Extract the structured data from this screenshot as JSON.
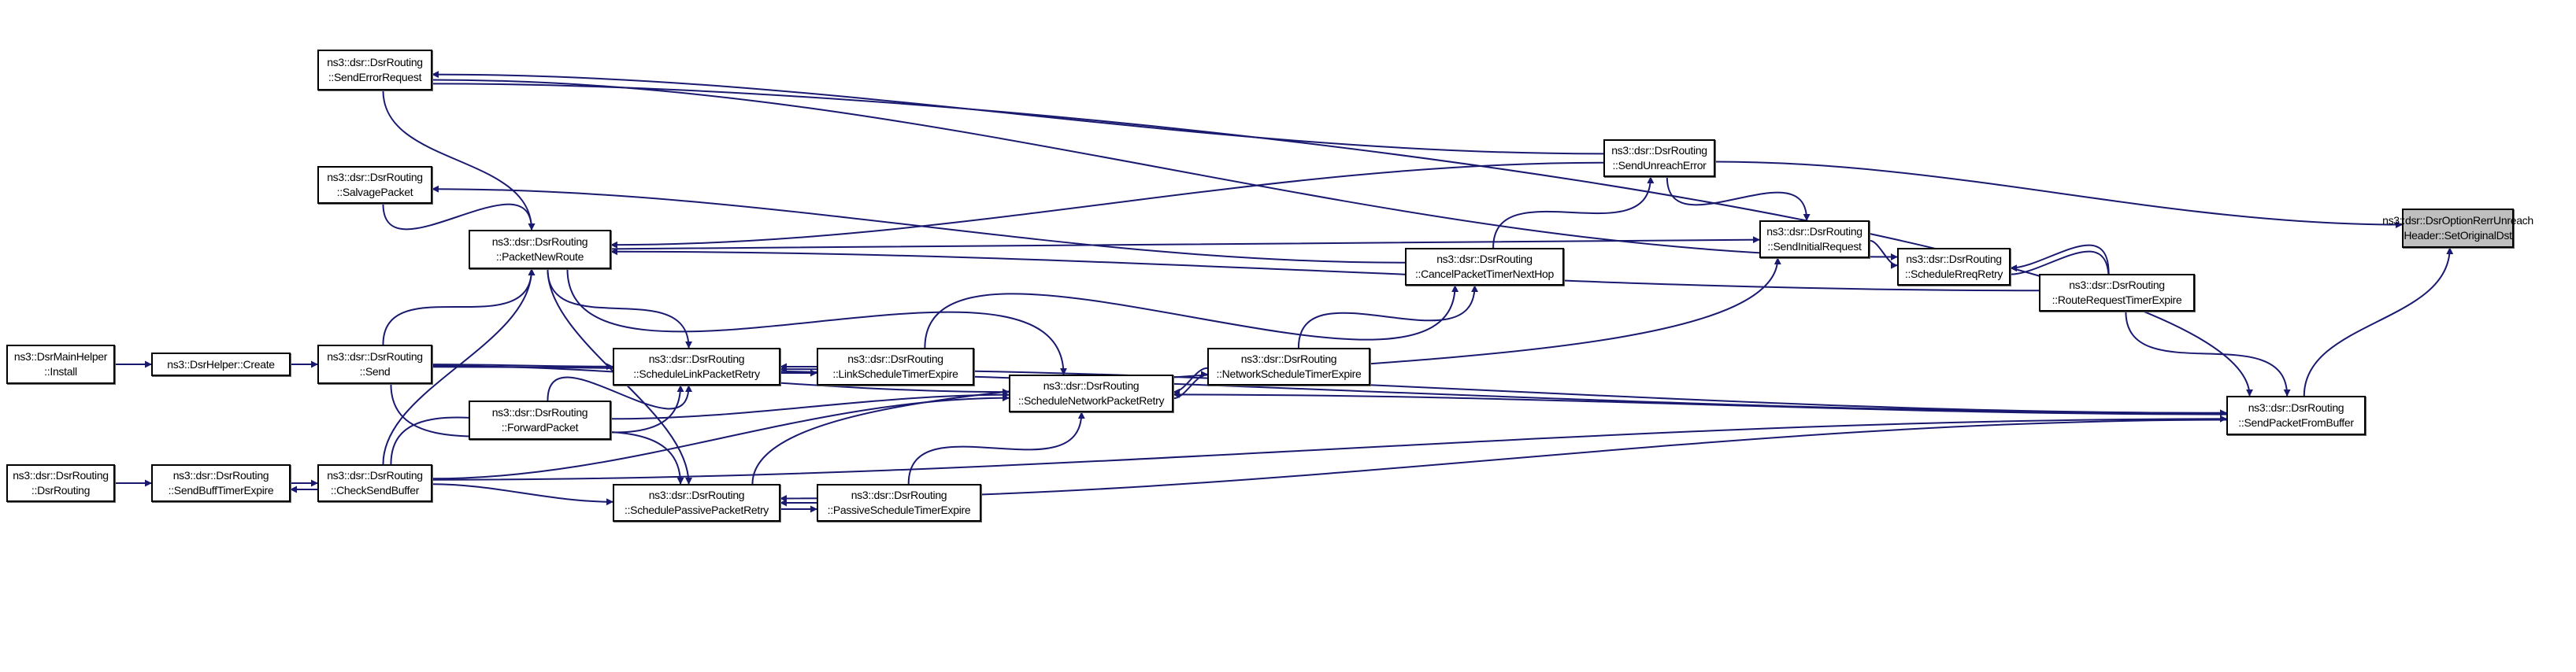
{
  "graph": {
    "colors": {
      "edge": "#191970",
      "current_fill": "#bfbfbf",
      "node_fill": "#ffffff",
      "border": "#000000"
    },
    "nodes": [
      {
        "id": "setOriginalDst",
        "lines": [
          "ns3::dsr::DsrOptionRerrUnreach",
          "Header::SetOriginalDst"
        ],
        "current": true
      },
      {
        "id": "sendErrorRequest",
        "lines": [
          "ns3::dsr::DsrRouting",
          "::SendErrorRequest"
        ]
      },
      {
        "id": "salvagePacket",
        "lines": [
          "ns3::dsr::DsrRouting",
          "::SalvagePacket"
        ]
      },
      {
        "id": "packetNewRoute",
        "lines": [
          "ns3::dsr::DsrRouting",
          "::PacketNewRoute"
        ]
      },
      {
        "id": "sendUnreachError",
        "lines": [
          "ns3::dsr::DsrRouting",
          "::SendUnreachError"
        ]
      },
      {
        "id": "sendInitialRequest",
        "lines": [
          "ns3::dsr::DsrRouting",
          "::SendInitialRequest"
        ]
      },
      {
        "id": "cancelPacketTimerNextHop",
        "lines": [
          "ns3::dsr::DsrRouting",
          "::CancelPacketTimerNextHop"
        ]
      },
      {
        "id": "scheduleRreqRetry",
        "lines": [
          "ns3::dsr::DsrRouting",
          "::ScheduleRreqRetry"
        ]
      },
      {
        "id": "routeRequestTimerExpire",
        "lines": [
          "ns3::dsr::DsrRouting",
          "::RouteRequestTimerExpire"
        ]
      },
      {
        "id": "install",
        "lines": [
          "ns3::DsrMainHelper",
          "::Install"
        ]
      },
      {
        "id": "create",
        "lines": [
          "ns3::DsrHelper::Create"
        ]
      },
      {
        "id": "send",
        "lines": [
          "ns3::dsr::DsrRouting",
          "::Send"
        ]
      },
      {
        "id": "scheduleLinkPacketRetry",
        "lines": [
          "ns3::dsr::DsrRouting",
          "::ScheduleLinkPacketRetry"
        ]
      },
      {
        "id": "linkScheduleTimerExpire",
        "lines": [
          "ns3::dsr::DsrRouting",
          "::LinkScheduleTimerExpire"
        ]
      },
      {
        "id": "scheduleNetworkPacketRetry",
        "lines": [
          "ns3::dsr::DsrRouting",
          "::ScheduleNetworkPacketRetry"
        ]
      },
      {
        "id": "networkScheduleTimerExpire",
        "lines": [
          "ns3::dsr::DsrRouting",
          "::NetworkScheduleTimerExpire"
        ]
      },
      {
        "id": "forwardPacket",
        "lines": [
          "ns3::dsr::DsrRouting",
          "::ForwardPacket"
        ]
      },
      {
        "id": "sendPacketFromBuffer",
        "lines": [
          "ns3::dsr::DsrRouting",
          "::SendPacketFromBuffer"
        ]
      },
      {
        "id": "dsrRouting",
        "lines": [
          "ns3::dsr::DsrRouting",
          "::DsrRouting"
        ]
      },
      {
        "id": "sendBuffTimerExpire",
        "lines": [
          "ns3::dsr::DsrRouting",
          "::SendBuffTimerExpire"
        ]
      },
      {
        "id": "checkSendBuffer",
        "lines": [
          "ns3::dsr::DsrRouting",
          "::CheckSendBuffer"
        ]
      },
      {
        "id": "schedulePassivePacketRetry",
        "lines": [
          "ns3::dsr::DsrRouting",
          "::SchedulePassivePacketRetry"
        ]
      },
      {
        "id": "passiveScheduleTimerExpire",
        "lines": [
          "ns3::dsr::DsrRouting",
          "::PassiveScheduleTimerExpire"
        ]
      }
    ],
    "edges": [
      [
        "sendUnreachError",
        "setOriginalDst"
      ],
      [
        "sendPacketFromBuffer",
        "setOriginalDst"
      ],
      [
        "sendErrorRequest",
        "sendPacketFromBuffer"
      ],
      [
        "sendErrorRequest",
        "scheduleRreqRetry"
      ],
      [
        "sendUnreachError",
        "sendErrorRequest"
      ],
      [
        "sendErrorRequest",
        "packetNewRoute"
      ],
      [
        "salvagePacket",
        "packetNewRoute"
      ],
      [
        "cancelPacketTimerNextHop",
        "salvagePacket"
      ],
      [
        "sendUnreachError",
        "packetNewRoute"
      ],
      [
        "sendUnreachError",
        "sendInitialRequest"
      ],
      [
        "cancelPacketTimerNextHop",
        "sendUnreachError"
      ],
      [
        "packetNewRoute",
        "sendInitialRequest"
      ],
      [
        "sendInitialRequest",
        "scheduleRreqRetry"
      ],
      [
        "routeRequestTimerExpire",
        "scheduleRreqRetry"
      ],
      [
        "scheduleRreqRetry",
        "routeRequestTimerExpire"
      ],
      [
        "routeRequestTimerExpire",
        "packetNewRoute"
      ],
      [
        "routeRequestTimerExpire",
        "sendPacketFromBuffer"
      ],
      [
        "linkScheduleTimerExpire",
        "cancelPacketTimerNextHop"
      ],
      [
        "networkScheduleTimerExpire",
        "cancelPacketTimerNextHop"
      ],
      [
        "schedulePassivePacketRetry",
        "sendInitialRequest"
      ],
      [
        "install",
        "create"
      ],
      [
        "create",
        "send"
      ],
      [
        "send",
        "packetNewRoute"
      ],
      [
        "checkSendBuffer",
        "packetNewRoute"
      ],
      [
        "packetNewRoute",
        "scheduleLinkPacketRetry"
      ],
      [
        "packetNewRoute",
        "schedulePassivePacketRetry"
      ],
      [
        "packetNewRoute",
        "scheduleNetworkPacketRetry"
      ],
      [
        "send",
        "scheduleLinkPacketRetry"
      ],
      [
        "send",
        "scheduleNetworkPacketRetry"
      ],
      [
        "send",
        "schedulePassivePacketRetry"
      ],
      [
        "forwardPacket",
        "scheduleLinkPacketRetry"
      ],
      [
        "forwardPacket",
        "scheduleNetworkPacketRetry"
      ],
      [
        "linkScheduleTimerExpire",
        "scheduleLinkPacketRetry"
      ],
      [
        "scheduleLinkPacketRetry",
        "linkScheduleTimerExpire"
      ],
      [
        "networkScheduleTimerExpire",
        "scheduleNetworkPacketRetry"
      ],
      [
        "scheduleNetworkPacketRetry",
        "networkScheduleTimerExpire"
      ],
      [
        "passiveScheduleTimerExpire",
        "schedulePassivePacketRetry"
      ],
      [
        "schedulePassivePacketRetry",
        "passiveScheduleTimerExpire"
      ],
      [
        "passiveScheduleTimerExpire",
        "scheduleNetworkPacketRetry"
      ],
      [
        "checkSendBuffer",
        "scheduleLinkPacketRetry"
      ],
      [
        "checkSendBuffer",
        "schedulePassivePacketRetry"
      ],
      [
        "checkSendBuffer",
        "scheduleNetworkPacketRetry"
      ],
      [
        "sendBuffTimerExpire",
        "checkSendBuffer"
      ],
      [
        "checkSendBuffer",
        "sendBuffTimerExpire"
      ],
      [
        "dsrRouting",
        "sendBuffTimerExpire"
      ],
      [
        "sendPacketFromBuffer",
        "scheduleNetworkPacketRetry"
      ],
      [
        "sendPacketFromBuffer",
        "scheduleLinkPacketRetry"
      ],
      [
        "sendPacketFromBuffer",
        "schedulePassivePacketRetry"
      ],
      [
        "checkSendBuffer",
        "sendPacketFromBuffer"
      ],
      [
        "send",
        "sendPacketFromBuffer"
      ]
    ]
  }
}
